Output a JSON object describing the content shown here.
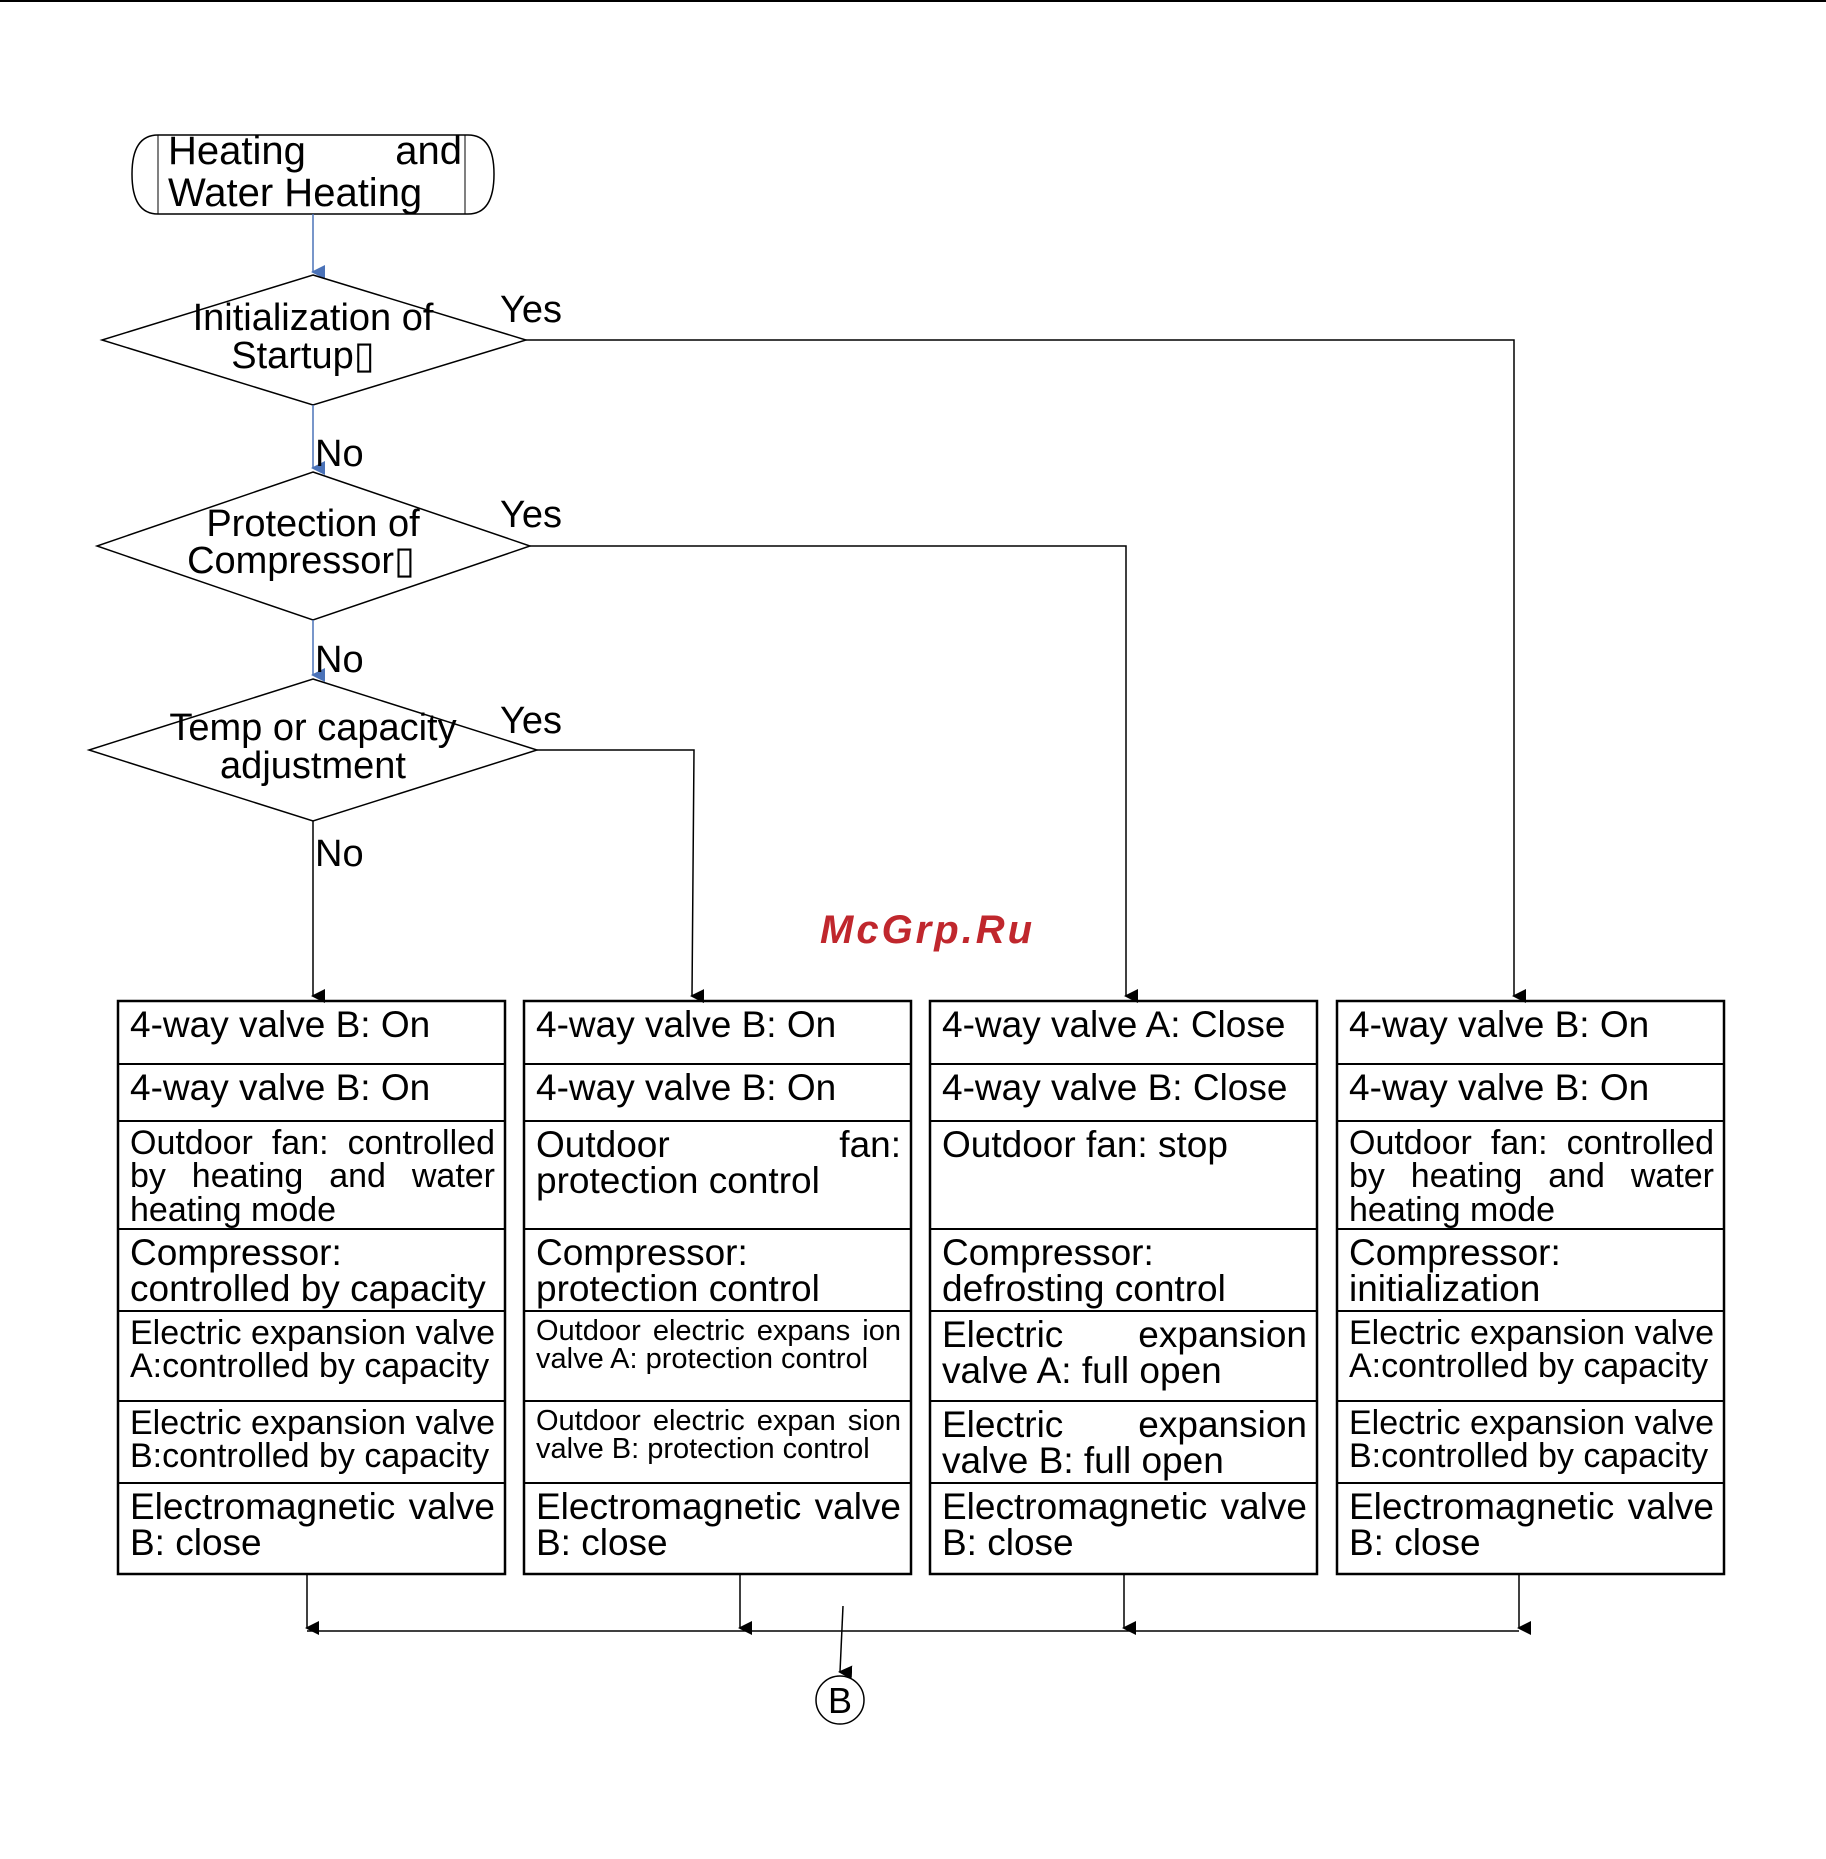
{
  "terminal": {
    "line1": "Heating and",
    "line2": "Water Heating"
  },
  "decisions": [
    {
      "line1": "Initialization of",
      "line2": "Startup▯",
      "yes": "Yes",
      "no": "No"
    },
    {
      "line1": "Protection of",
      "line2": "Compressor▯",
      "yes": "Yes",
      "no": "No"
    },
    {
      "line1": "Temp or capacity",
      "line2": "adjustment",
      "yes": "Yes",
      "no": "No"
    }
  ],
  "columns": [
    {
      "rows": [
        "4-way valve B: On",
        "4-way valve B: On",
        "Outdoor fan: controlled by heating and water heating mode",
        "Compressor: controlled by capacity",
        "Electric expansion valve A:controlled by capacity",
        "Electric expansion valve B:controlled by capacity",
        "Electromagnetic valve B: close"
      ]
    },
    {
      "rows": [
        "4-way valve B: On",
        "4-way valve B: On",
        "Outdoor fan: protection control",
        "Compressor: protection control",
        "Outdoor electric expans ion valve A: protection control",
        "Outdoor electric expan sion valve B: protection control",
        "Electromagnetic valve B: close"
      ]
    },
    {
      "rows": [
        "4-way valve A: Close",
        "4-way valve B: Close",
        "Outdoor fan: stop",
        "Compressor: defrosting control",
        "Electric expansion valve A: full open",
        "Electric expansion valve B: full open",
        "Electromagnetic valve B: close"
      ]
    },
    {
      "rows": [
        "4-way valve B: On",
        "4-way valve B: On",
        "Outdoor fan: controlled by heating and water heating mode",
        "Compressor: initialization",
        "Electric expansion valve A:controlled by capacity",
        "Electric expansion valve B:controlled by capacity",
        "Electromagnetic valve B: close"
      ]
    }
  ],
  "connector": {
    "label": "B"
  },
  "watermark": {
    "text": "McGrp.Ru",
    "color": "#c0272d"
  },
  "colors": {
    "arrow_blue": "#4a72b8",
    "line": "#000000"
  }
}
